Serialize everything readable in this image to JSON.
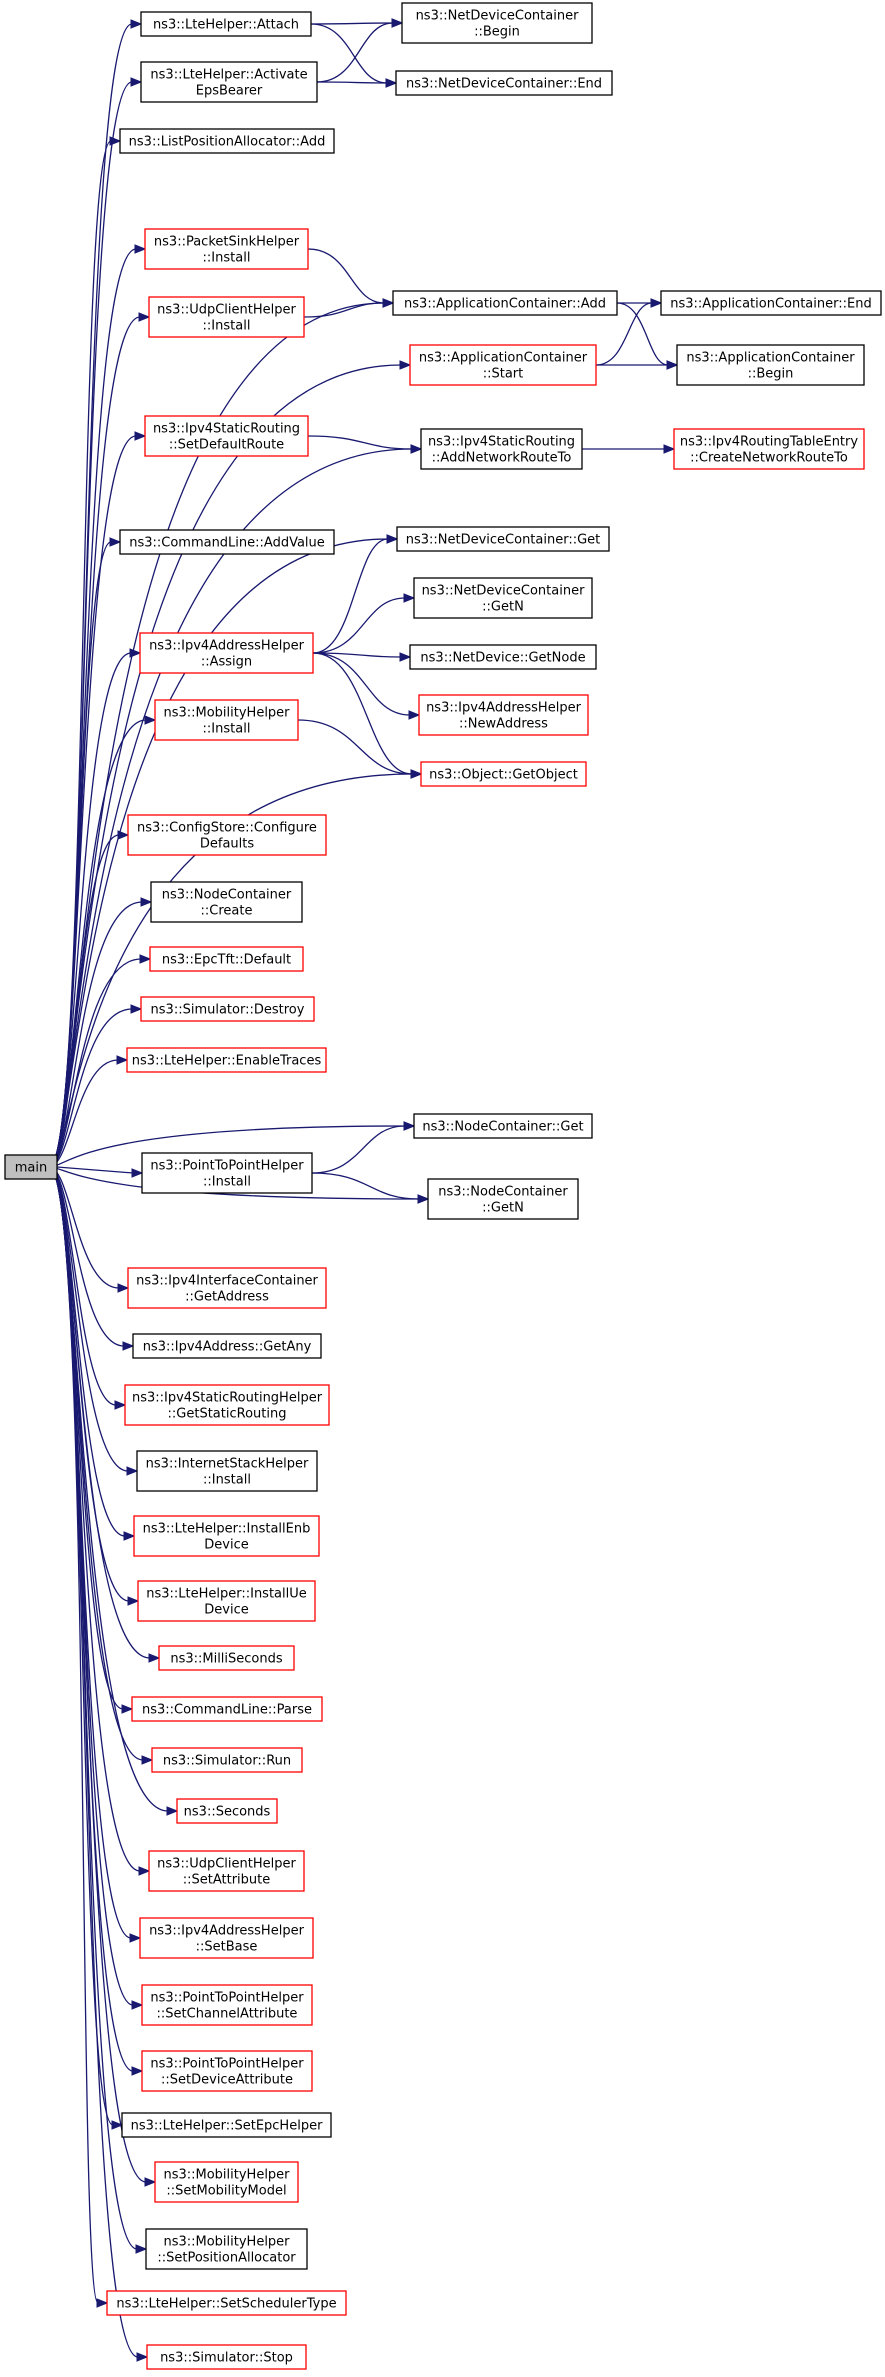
{
  "root": {
    "id": "main",
    "label": "main"
  },
  "nodes": [
    {
      "id": "lte_attach",
      "lines": [
        "ns3::LteHelper::Attach"
      ],
      "border": "black"
    },
    {
      "id": "ndc_begin",
      "lines": [
        "ns3::NetDeviceContainer",
        "::Begin"
      ],
      "border": "black"
    },
    {
      "id": "lte_activate",
      "lines": [
        "ns3::LteHelper::Activate",
        "EpsBearer"
      ],
      "border": "black"
    },
    {
      "id": "ndc_end",
      "lines": [
        "ns3::NetDeviceContainer::End"
      ],
      "border": "black"
    },
    {
      "id": "lpa_add",
      "lines": [
        "ns3::ListPositionAllocator::Add"
      ],
      "border": "black"
    },
    {
      "id": "psh_install",
      "lines": [
        "ns3::PacketSinkHelper",
        "::Install"
      ],
      "border": "red"
    },
    {
      "id": "uch_install",
      "lines": [
        "ns3::UdpClientHelper",
        "::Install"
      ],
      "border": "red"
    },
    {
      "id": "ac_add",
      "lines": [
        "ns3::ApplicationContainer::Add"
      ],
      "border": "black"
    },
    {
      "id": "ac_end",
      "lines": [
        "ns3::ApplicationContainer::End"
      ],
      "border": "black"
    },
    {
      "id": "ac_start",
      "lines": [
        "ns3::ApplicationContainer",
        "::Start"
      ],
      "border": "red"
    },
    {
      "id": "ac_begin",
      "lines": [
        "ns3::ApplicationContainer",
        "::Begin"
      ],
      "border": "black"
    },
    {
      "id": "isr_default",
      "lines": [
        "ns3::Ipv4StaticRouting",
        "::SetDefaultRoute"
      ],
      "border": "red"
    },
    {
      "id": "isr_addnet",
      "lines": [
        "ns3::Ipv4StaticRouting",
        "::AddNetworkRouteTo"
      ],
      "border": "black"
    },
    {
      "id": "irte_create",
      "lines": [
        "ns3::Ipv4RoutingTableEntry",
        "::CreateNetworkRouteTo"
      ],
      "border": "red"
    },
    {
      "id": "cl_addvalue",
      "lines": [
        "ns3::CommandLine::AddValue"
      ],
      "border": "black"
    },
    {
      "id": "ndc_get",
      "lines": [
        "ns3::NetDeviceContainer::Get"
      ],
      "border": "black"
    },
    {
      "id": "ndc_getn",
      "lines": [
        "ns3::NetDeviceContainer",
        "::GetN"
      ],
      "border": "black"
    },
    {
      "id": "iah_assign",
      "lines": [
        "ns3::Ipv4AddressHelper",
        "::Assign"
      ],
      "border": "red"
    },
    {
      "id": "nd_getnode",
      "lines": [
        "ns3::NetDevice::GetNode"
      ],
      "border": "black"
    },
    {
      "id": "iah_newaddr",
      "lines": [
        "ns3::Ipv4AddressHelper",
        "::NewAddress"
      ],
      "border": "red"
    },
    {
      "id": "mh_install",
      "lines": [
        "ns3::MobilityHelper",
        "::Install"
      ],
      "border": "red"
    },
    {
      "id": "obj_getobject",
      "lines": [
        "ns3::Object::GetObject"
      ],
      "border": "red"
    },
    {
      "id": "cs_configure",
      "lines": [
        "ns3::ConfigStore::Configure",
        "Defaults"
      ],
      "border": "red"
    },
    {
      "id": "nc_create",
      "lines": [
        "ns3::NodeContainer",
        "::Create"
      ],
      "border": "black"
    },
    {
      "id": "epctft_default",
      "lines": [
        "ns3::EpcTft::Default"
      ],
      "border": "red"
    },
    {
      "id": "sim_destroy",
      "lines": [
        "ns3::Simulator::Destroy"
      ],
      "border": "red"
    },
    {
      "id": "lte_traces",
      "lines": [
        "ns3::LteHelper::EnableTraces"
      ],
      "border": "red"
    },
    {
      "id": "nc_get",
      "lines": [
        "ns3::NodeContainer::Get"
      ],
      "border": "black"
    },
    {
      "id": "p2p_install",
      "lines": [
        "ns3::PointToPointHelper",
        "::Install"
      ],
      "border": "black"
    },
    {
      "id": "nc_getn",
      "lines": [
        "ns3::NodeContainer",
        "::GetN"
      ],
      "border": "black"
    },
    {
      "id": "iic_getaddr",
      "lines": [
        "ns3::Ipv4InterfaceContainer",
        "::GetAddress"
      ],
      "border": "red"
    },
    {
      "id": "ia_getany",
      "lines": [
        "ns3::Ipv4Address::GetAny"
      ],
      "border": "black"
    },
    {
      "id": "isrh_getstatic",
      "lines": [
        "ns3::Ipv4StaticRoutingHelper",
        "::GetStaticRouting"
      ],
      "border": "red"
    },
    {
      "id": "ish_install",
      "lines": [
        "ns3::InternetStackHelper",
        "::Install"
      ],
      "border": "black"
    },
    {
      "id": "lte_installenb",
      "lines": [
        "ns3::LteHelper::InstallEnb",
        "Device"
      ],
      "border": "red"
    },
    {
      "id": "lte_installue",
      "lines": [
        "ns3::LteHelper::InstallUe",
        "Device"
      ],
      "border": "red"
    },
    {
      "id": "millis",
      "lines": [
        "ns3::MilliSeconds"
      ],
      "border": "red"
    },
    {
      "id": "cl_parse",
      "lines": [
        "ns3::CommandLine::Parse"
      ],
      "border": "red"
    },
    {
      "id": "sim_run",
      "lines": [
        "ns3::Simulator::Run"
      ],
      "border": "red"
    },
    {
      "id": "seconds",
      "lines": [
        "ns3::Seconds"
      ],
      "border": "red"
    },
    {
      "id": "uch_setattr",
      "lines": [
        "ns3::UdpClientHelper",
        "::SetAttribute"
      ],
      "border": "red"
    },
    {
      "id": "iah_setbase",
      "lines": [
        "ns3::Ipv4AddressHelper",
        "::SetBase"
      ],
      "border": "red"
    },
    {
      "id": "p2p_setchan",
      "lines": [
        "ns3::PointToPointHelper",
        "::SetChannelAttribute"
      ],
      "border": "red"
    },
    {
      "id": "p2p_setdev",
      "lines": [
        "ns3::PointToPointHelper",
        "::SetDeviceAttribute"
      ],
      "border": "red"
    },
    {
      "id": "lte_setepc",
      "lines": [
        "ns3::LteHelper::SetEpcHelper"
      ],
      "border": "black"
    },
    {
      "id": "mh_setmodel",
      "lines": [
        "ns3::MobilityHelper",
        "::SetMobilityModel"
      ],
      "border": "red"
    },
    {
      "id": "mh_setpos",
      "lines": [
        "ns3::MobilityHelper",
        "::SetPositionAllocator"
      ],
      "border": "black"
    },
    {
      "id": "lte_setsched",
      "lines": [
        "ns3::LteHelper::SetSchedulerType"
      ],
      "border": "red"
    },
    {
      "id": "sim_stop",
      "lines": [
        "ns3::Simulator::Stop"
      ],
      "border": "red"
    }
  ],
  "edges": [
    [
      "main",
      "lte_attach"
    ],
    [
      "main",
      "lte_activate"
    ],
    [
      "main",
      "lpa_add"
    ],
    [
      "main",
      "ac_add"
    ],
    [
      "main",
      "psh_install"
    ],
    [
      "main",
      "uch_install"
    ],
    [
      "main",
      "ac_start"
    ],
    [
      "main",
      "isr_default"
    ],
    [
      "main",
      "isr_addnet"
    ],
    [
      "main",
      "cl_addvalue"
    ],
    [
      "main",
      "ndc_get"
    ],
    [
      "main",
      "iah_assign"
    ],
    [
      "main",
      "mh_install"
    ],
    [
      "main",
      "obj_getobject"
    ],
    [
      "main",
      "cs_configure"
    ],
    [
      "main",
      "nc_create"
    ],
    [
      "main",
      "epctft_default"
    ],
    [
      "main",
      "sim_destroy"
    ],
    [
      "main",
      "lte_traces"
    ],
    [
      "main",
      "nc_get"
    ],
    [
      "main",
      "p2p_install"
    ],
    [
      "main",
      "nc_getn"
    ],
    [
      "main",
      "iic_getaddr"
    ],
    [
      "main",
      "ia_getany"
    ],
    [
      "main",
      "isrh_getstatic"
    ],
    [
      "main",
      "ish_install"
    ],
    [
      "main",
      "lte_installenb"
    ],
    [
      "main",
      "lte_installue"
    ],
    [
      "main",
      "millis"
    ],
    [
      "main",
      "cl_parse"
    ],
    [
      "main",
      "sim_run"
    ],
    [
      "main",
      "seconds"
    ],
    [
      "main",
      "uch_setattr"
    ],
    [
      "main",
      "iah_setbase"
    ],
    [
      "main",
      "p2p_setchan"
    ],
    [
      "main",
      "p2p_setdev"
    ],
    [
      "main",
      "lte_setepc"
    ],
    [
      "main",
      "mh_setmodel"
    ],
    [
      "main",
      "mh_setpos"
    ],
    [
      "main",
      "lte_setsched"
    ],
    [
      "main",
      "sim_stop"
    ],
    [
      "lte_attach",
      "ndc_begin"
    ],
    [
      "lte_attach",
      "ndc_end"
    ],
    [
      "lte_activate",
      "ndc_begin"
    ],
    [
      "lte_activate",
      "ndc_end"
    ],
    [
      "psh_install",
      "ac_add"
    ],
    [
      "uch_install",
      "ac_add"
    ],
    [
      "ac_add",
      "ac_end"
    ],
    [
      "ac_add",
      "ac_begin"
    ],
    [
      "ac_start",
      "ac_end"
    ],
    [
      "ac_start",
      "ac_begin"
    ],
    [
      "isr_default",
      "isr_addnet"
    ],
    [
      "isr_addnet",
      "irte_create"
    ],
    [
      "iah_assign",
      "ndc_get"
    ],
    [
      "iah_assign",
      "ndc_getn"
    ],
    [
      "iah_assign",
      "nd_getnode"
    ],
    [
      "iah_assign",
      "iah_newaddr"
    ],
    [
      "iah_assign",
      "obj_getobject"
    ],
    [
      "mh_install",
      "obj_getobject"
    ],
    [
      "p2p_install",
      "nc_get"
    ],
    [
      "p2p_install",
      "nc_getn"
    ]
  ]
}
